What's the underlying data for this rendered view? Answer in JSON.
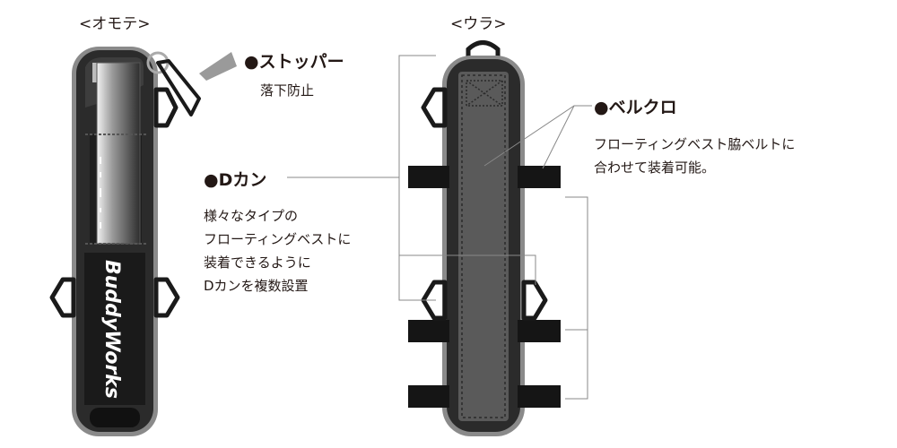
{
  "front_view": {
    "label": "<オモテ>",
    "brand_logo": "BuddyWorks"
  },
  "back_view": {
    "label": "<ウラ>"
  },
  "callouts": {
    "stopper": {
      "title": "●ストッパー",
      "lines": [
        "落下防止"
      ]
    },
    "d_ring": {
      "title": "●Dカン",
      "lines": [
        "様々なタイプの",
        "フローティングベストに",
        "装着できるように",
        "Dカンを複数設置"
      ]
    },
    "velcro": {
      "title": "●ベルクロ",
      "lines": [
        "フローティングベスト脇ベルトに",
        "合わせて装着可能。"
      ]
    }
  },
  "colors": {
    "case_body": "#2b2b2b",
    "case_outline": "#1a1a1a",
    "rod_light": "#d9d9d9",
    "rod_dark": "#3a3a3a",
    "velcro_strap": "#151515",
    "leader_line": "#888888",
    "arrow": "#9a9a9a"
  }
}
